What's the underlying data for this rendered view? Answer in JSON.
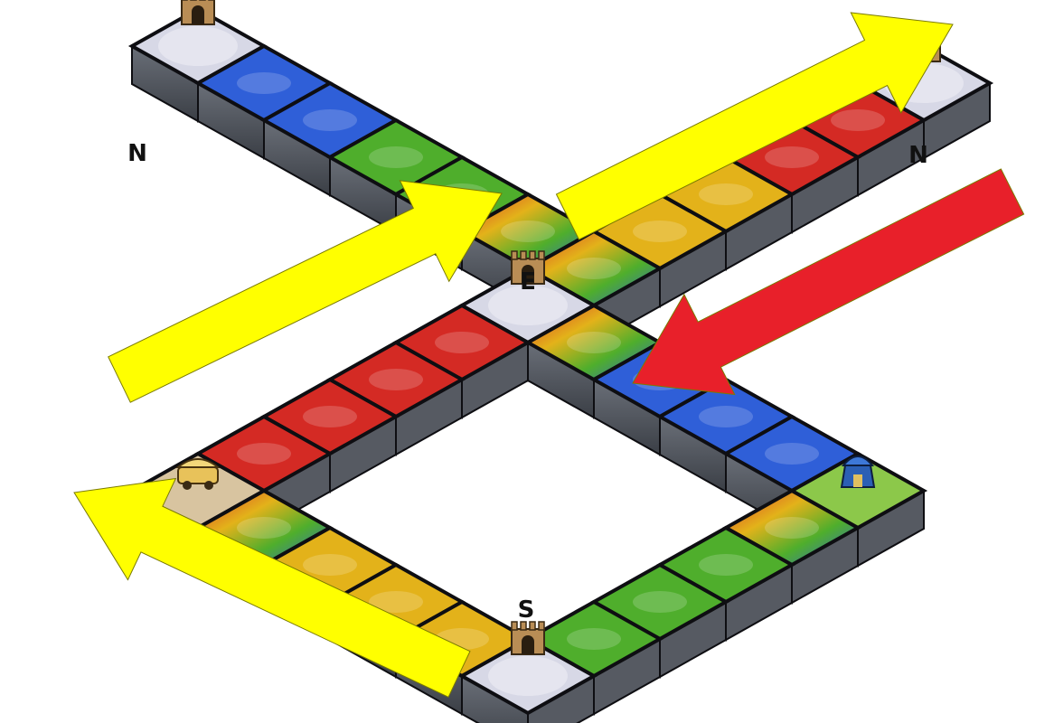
{
  "board": {
    "tile_colors": {
      "blue": "#2f5fd8",
      "red": "#d42a24",
      "yellow": "#e3b21a",
      "green": "#4fae2c",
      "spiral": "#888888",
      "compass": "#d7d8e6",
      "sand": "#d8c4a0",
      "grass": "#8cc84a"
    },
    "wall_color": "#4b4f58",
    "rim_color": "#0e0e12",
    "paths": {
      "north_west_arm": [
        "compass_n",
        "blue",
        "blue",
        "green",
        "green",
        "spiral"
      ],
      "north_east_arm": [
        "compass_n",
        "red",
        "red",
        "yellow",
        "yellow",
        "spiral"
      ],
      "east_to_right_corner": [
        "compass_e",
        "spiral",
        "blue",
        "blue",
        "blue",
        "grass_tent"
      ],
      "east_to_left_corner": [
        "red",
        "red",
        "red",
        "red",
        "sand_wagon"
      ],
      "left_to_south": [
        "spiral",
        "yellow",
        "yellow",
        "yellow",
        "compass_s"
      ],
      "south_to_right": [
        "green",
        "green",
        "green",
        "spiral"
      ]
    },
    "compass_labels": {
      "north_left": "N",
      "north_right": "N",
      "east": "E",
      "south": "S"
    }
  },
  "arrows": [
    {
      "id": "yellow-upper-right",
      "color": "#ffff00",
      "direction": "up-right"
    },
    {
      "id": "yellow-middle",
      "color": "#ffff00",
      "direction": "up-right"
    },
    {
      "id": "yellow-lower-left",
      "color": "#ffff00",
      "direction": "up-left"
    },
    {
      "id": "red-right",
      "color": "#e8202a",
      "direction": "down-left"
    }
  ],
  "icons": {
    "castle": "castle-icon",
    "tent": "tent-icon",
    "wagon": "wagon-icon"
  }
}
